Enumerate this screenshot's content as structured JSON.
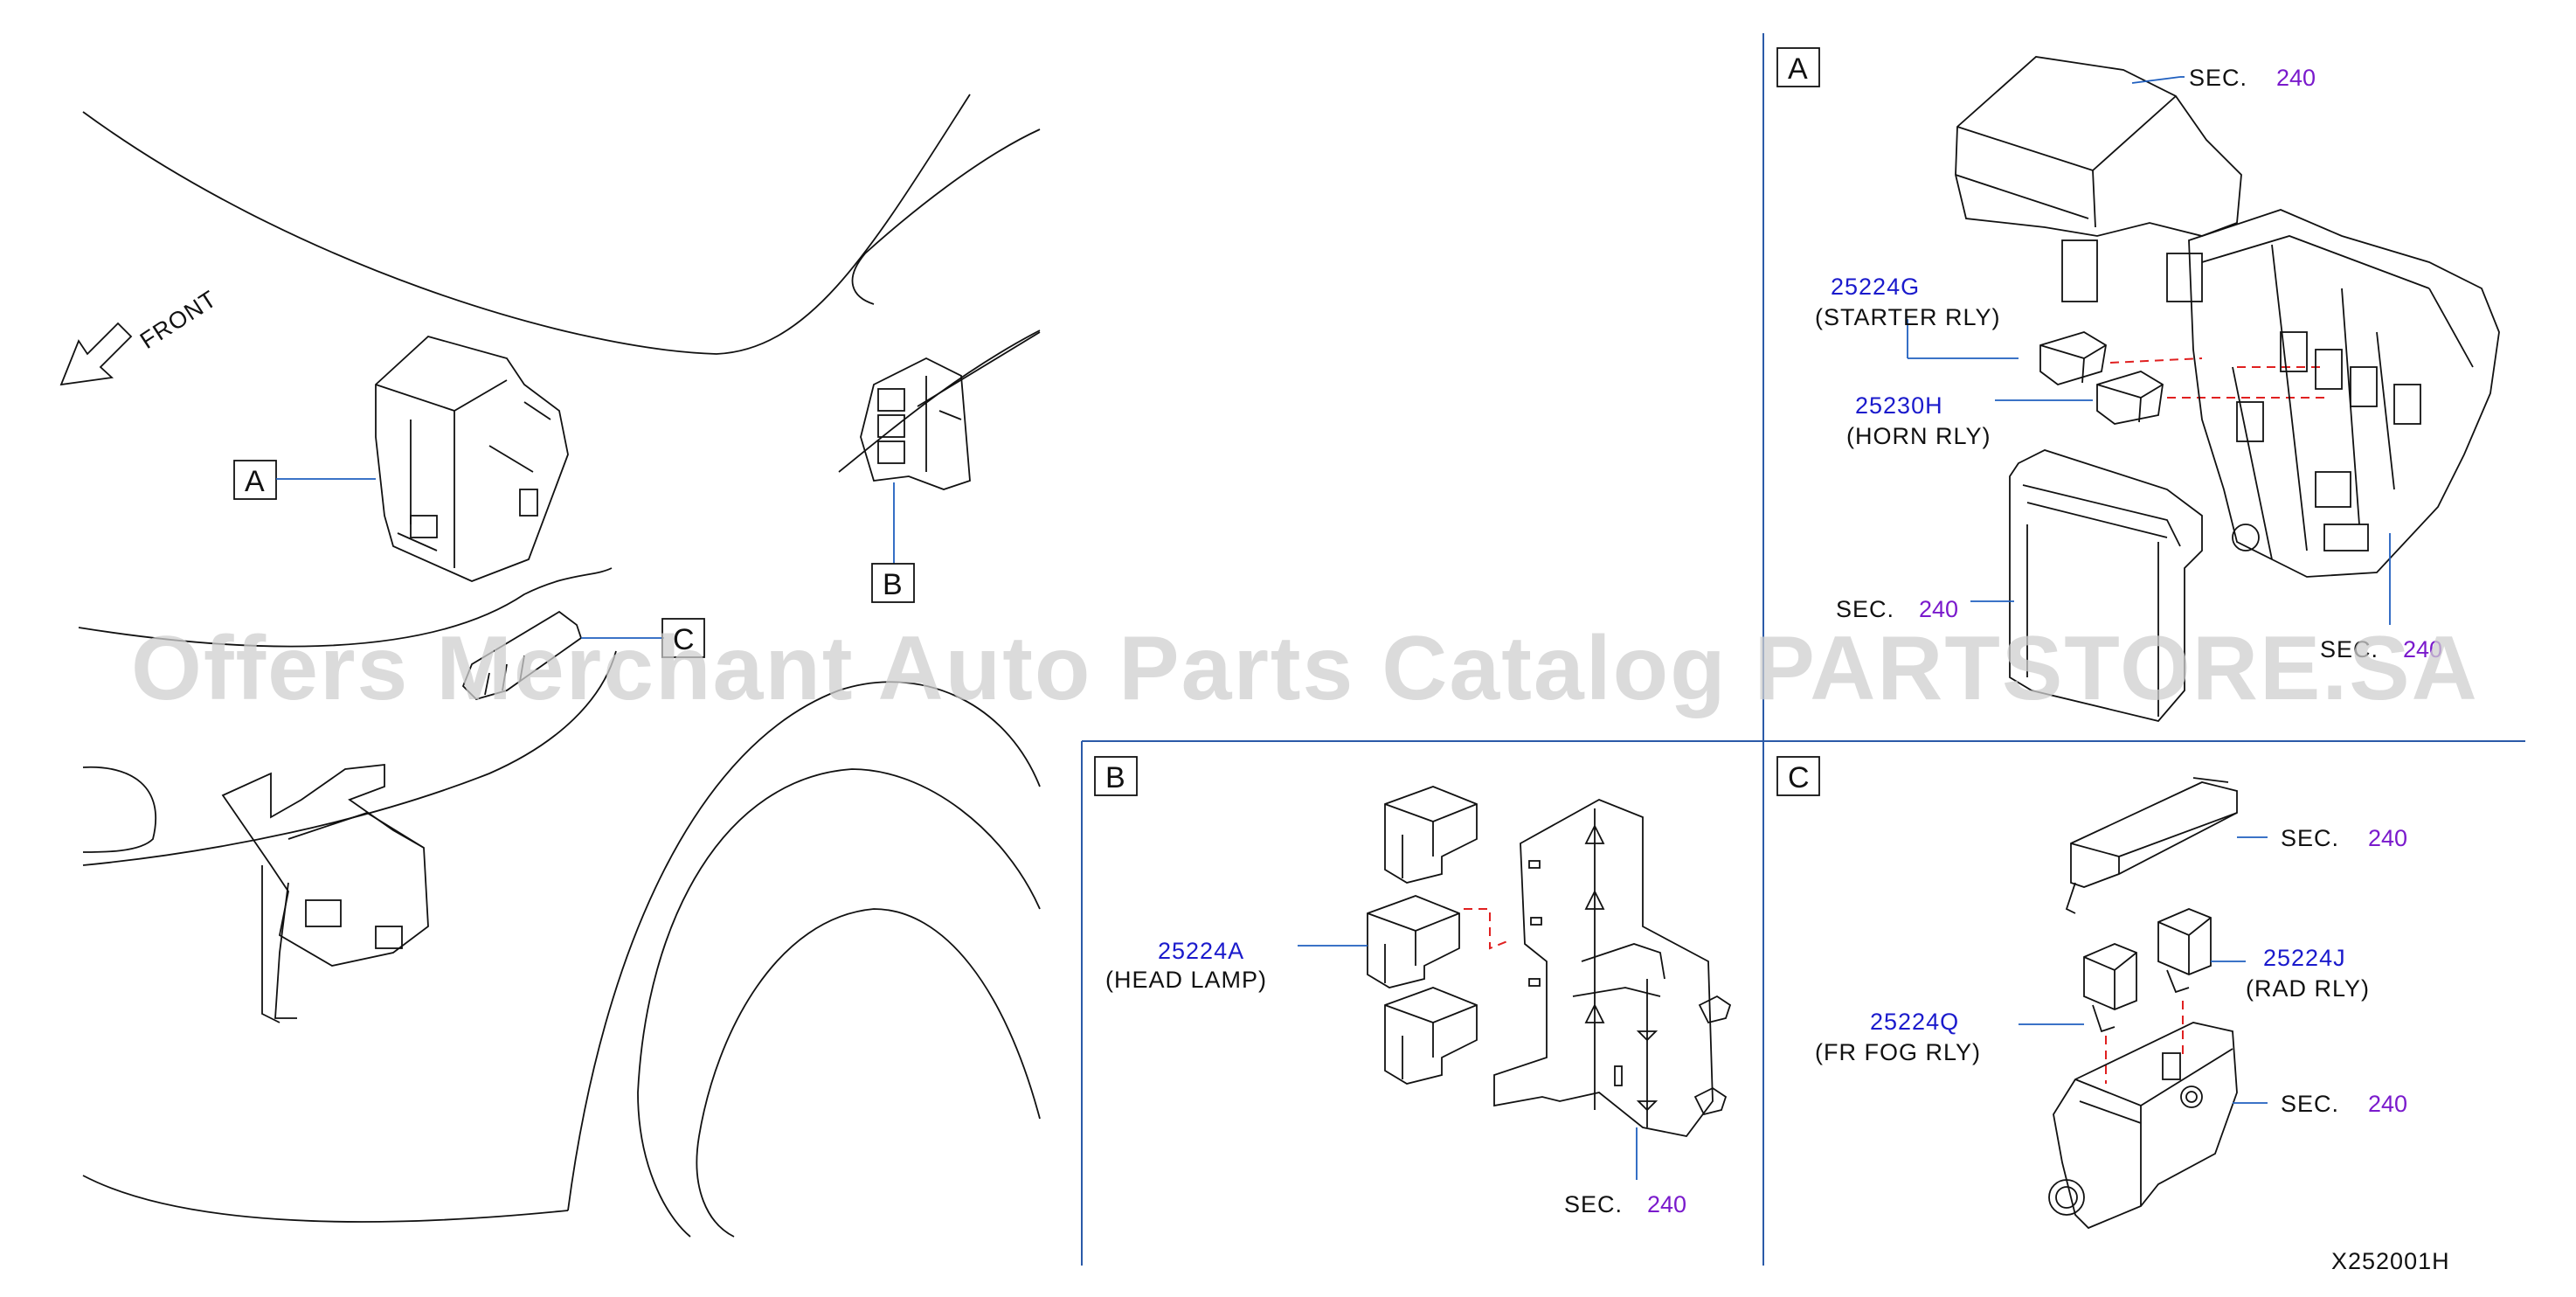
{
  "diagram": {
    "code": "X252001H",
    "front_label": "FRONT",
    "watermark": "Offers Merchant Auto Parts Catalog PARTSTORE.SA",
    "overview_labels": {
      "a": "A",
      "b": "B",
      "c": "C"
    },
    "panel_a": {
      "tag": "A",
      "sec_top": {
        "prefix": "SEC.",
        "num": "240"
      },
      "starter": {
        "part": "25224G",
        "name": "(STARTER RLY)"
      },
      "horn": {
        "part": "25230H",
        "name": "(HORN RLY)"
      },
      "sec_left": {
        "prefix": "SEC.",
        "num": "240"
      },
      "sec_right": {
        "prefix": "SEC.",
        "num": "240"
      }
    },
    "panel_b": {
      "tag": "B",
      "head": {
        "part": "25224A",
        "name": "(HEAD LAMP)"
      },
      "sec_bottom": {
        "prefix": "SEC.",
        "num": "240"
      }
    },
    "panel_c": {
      "tag": "C",
      "sec_top": {
        "prefix": "SEC.",
        "num": "240"
      },
      "rad": {
        "part": "25224J",
        "name": "(RAD RLY)"
      },
      "fog": {
        "part": "25224Q",
        "name": "(FR FOG RLY)"
      },
      "sec_bottom": {
        "prefix": "SEC.",
        "num": "240"
      }
    },
    "colors": {
      "part_number": "#1a1acc",
      "sec_number": "#7a1acc",
      "leader": "#1f5fbf",
      "dashed_guide": "#e02020"
    }
  }
}
